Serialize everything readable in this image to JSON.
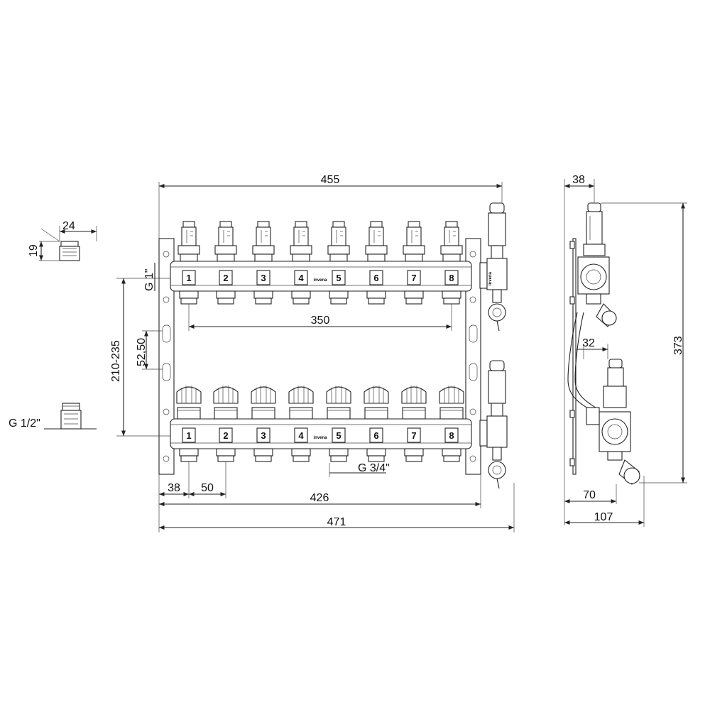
{
  "colors": {
    "line": "#222222",
    "background": "#ffffff"
  },
  "dimensions": {
    "overall_top": "455",
    "port_spacing": "350",
    "bar_spacing": "52,50",
    "height_range": "210-235",
    "main_thread": "G 1\"",
    "outlet_thread": "G 3/4\"",
    "first_offset": "38",
    "pitch": "50",
    "bar_length": "426",
    "overall_bottom": "471",
    "adapter_width": "24",
    "adapter_height": "19",
    "adapter_thread": "G 1/2\"",
    "side_top": "38",
    "side_height": "373",
    "side_offset": "32",
    "side_depth_70": "70",
    "side_depth_107": "107"
  },
  "outlets": [
    "1",
    "2",
    "3",
    "4",
    "5",
    "6",
    "7",
    "8"
  ],
  "brand": "invena",
  "side_logo": "invena"
}
